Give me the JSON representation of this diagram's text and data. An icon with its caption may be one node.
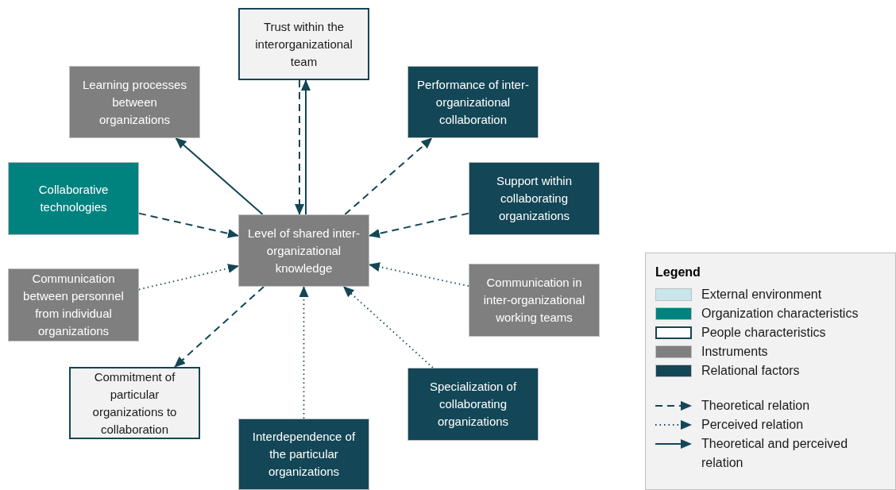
{
  "diagram": {
    "nodes": [
      {
        "text": [
          "Trust within the interorganizational team"
        ]
      },
      {
        "text": [
          "Learning processes between organizations"
        ]
      },
      {
        "text": [
          "Performance of inter-organizational collaboration"
        ]
      },
      {
        "text": [
          "Collaborative technologies"
        ]
      },
      {
        "text": [
          "Level of shared inter-organizational knowledge"
        ]
      },
      {
        "text": [
          "Support within collaborating organizations"
        ]
      },
      {
        "text": [
          "Communication between personnel from individual organizations"
        ]
      },
      {
        "text": [
          "Communication in inter-organizational working teams"
        ]
      },
      {
        "text": [
          "Commitment of particular organizations to collaboration"
        ]
      },
      {
        "text": [
          "Specialization of collaborating organizations"
        ]
      },
      {
        "text": [
          "Interdependence of the particular organizations"
        ]
      }
    ],
    "edges": [
      {
        "from": 0,
        "to": 4,
        "arrow": "to",
        "style": "dashed"
      },
      {
        "from": 4,
        "to": 0,
        "arrow": "to"
      },
      {
        "from": 4,
        "to": 1,
        "arrow": "to"
      },
      {
        "from": 4,
        "to": 2,
        "arrow": "to",
        "style": "dashed"
      },
      {
        "from": 3,
        "to": 4,
        "arrow": "to",
        "style": "dashed"
      },
      {
        "from": 5,
        "to": 4,
        "arrow": "to",
        "style": "dashed"
      },
      {
        "from": 6,
        "to": 4,
        "arrow": "to",
        "style": "dashed"
      },
      {
        "from": 7,
        "to": 4,
        "arrow": "to",
        "style": "dashed"
      },
      {
        "from": 4,
        "to": 8,
        "arrow": "to",
        "style": "dashed"
      },
      {
        "from": 9,
        "to": 4,
        "arrow": "to",
        "style": "dashed"
      },
      {
        "from": 10,
        "to": 4,
        "arrow": "to",
        "style": "dashed"
      }
    ],
    "legend": [
      {
        "text": "External environment",
        "color": "#c9e6ea"
      },
      {
        "text": "Organization characteristics",
        "color": "#00827f"
      },
      {
        "text": "People characteristics",
        "color": "#ffffff"
      },
      {
        "text": "Instruments",
        "color": "#7f7f7f"
      },
      {
        "text": "Relational factors",
        "color": "#134656"
      },
      {
        "text": "Theoretical relation"
      },
      {
        "text": "Perceived relation"
      },
      {
        "text": "Theoretical and perceived relation"
      }
    ],
    "labels": [
      "Legend"
    ]
  }
}
